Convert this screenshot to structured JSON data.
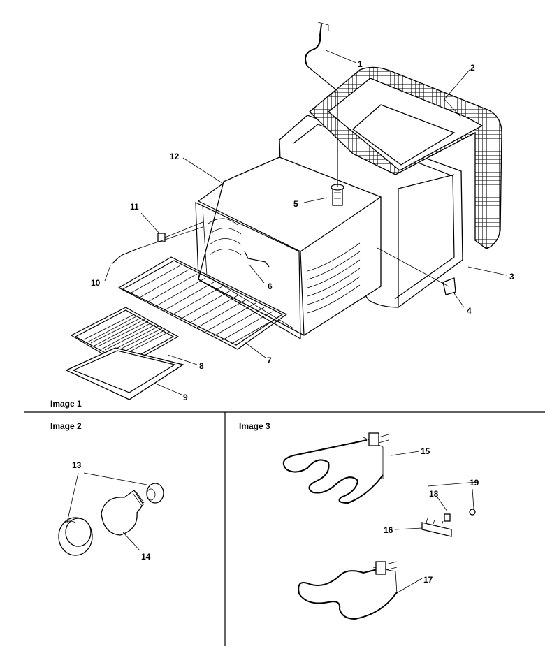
{
  "sections": {
    "image1": "Image 1",
    "image2": "Image 2",
    "image3": "Image 3"
  },
  "callouts": {
    "c1": "1",
    "c2": "2",
    "c3": "3",
    "c4": "4",
    "c5": "5",
    "c6": "6",
    "c7": "7",
    "c8": "8",
    "c9": "9",
    "c10": "10",
    "c11": "11",
    "c12": "12",
    "c13": "13",
    "c14": "14",
    "c15": "15",
    "c16": "16",
    "c17": "17",
    "c18": "18",
    "c19": "19"
  }
}
